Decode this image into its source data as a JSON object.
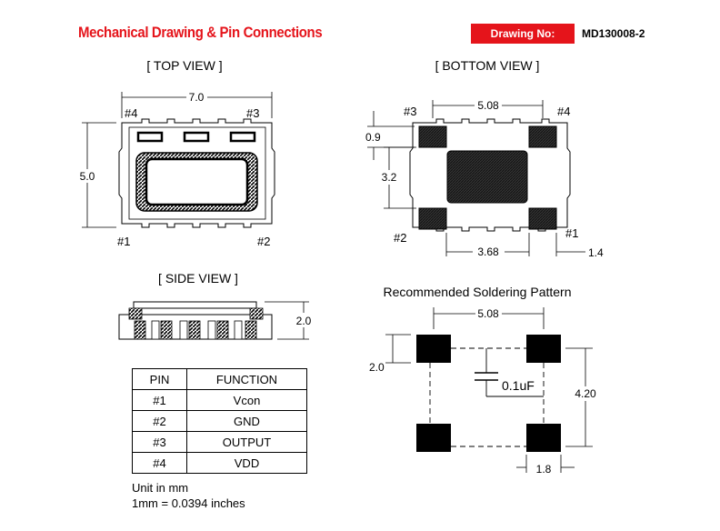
{
  "header": {
    "title": "Mechanical Drawing & Pin Connections",
    "drawing_no_label": "Drawing No:",
    "drawing_no_value": "MD130008-2"
  },
  "colors": {
    "accent": "#e5141b",
    "pad": "#000000"
  },
  "top_view": {
    "title": "[ TOP  VIEW ]",
    "width_dim": "7.0",
    "height_dim": "5.0",
    "pins": [
      "#4",
      "#3",
      "#1",
      "#2"
    ]
  },
  "bottom_view": {
    "title": "[ BOTTOM  VIEW ]",
    "top_dim": "5.08",
    "pad_height_dim": "0.9",
    "center_dim": "3.2",
    "bottom_dim": "3.68",
    "pad_width_dim": "1.4",
    "pins": [
      "#3",
      "#4",
      "#2",
      "#1"
    ]
  },
  "side_view": {
    "title": "[ SIDE  VIEW ]",
    "height_dim": "2.0"
  },
  "soldering": {
    "title": "Recommended Soldering Pattern",
    "top_dim": "5.08",
    "pad_dim": "2.0",
    "capacitor": "0.1uF",
    "height_dim": "4.20",
    "width_dim": "1.8"
  },
  "pin_table": {
    "headers": [
      "PIN",
      "FUNCTION"
    ],
    "rows": [
      [
        "#1",
        "Vcon"
      ],
      [
        "#2",
        "GND"
      ],
      [
        "#3",
        "OUTPUT"
      ],
      [
        "#4",
        "VDD"
      ]
    ]
  },
  "notes": {
    "unit": "Unit in mm",
    "conversion": "1mm = 0.0394 inches"
  }
}
